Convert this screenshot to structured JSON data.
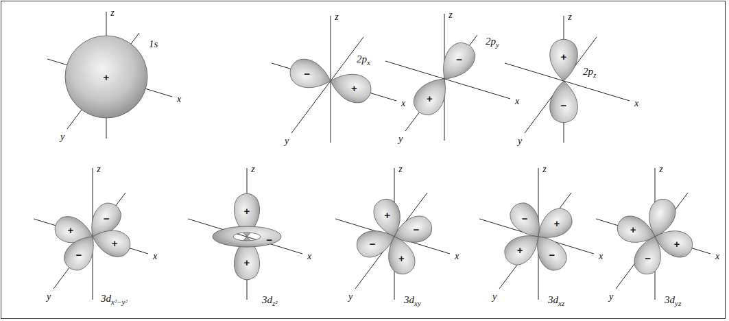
{
  "diagram": {
    "labels": [
      "z",
      "x",
      "y",
      "+",
      "1s",
      "z",
      "−",
      "2p",
      "x",
      "+",
      "x",
      "y",
      "z",
      "−",
      "2p",
      "y",
      "x",
      "+",
      "y",
      "z",
      "+",
      "2p",
      "z",
      "x",
      "y",
      "−",
      "z",
      "+",
      "−",
      "x",
      "−",
      "+",
      "y",
      "3d",
      "x²−y²",
      "z",
      "+",
      "−",
      "x",
      "+",
      "3d",
      "z²",
      "z",
      "+",
      "−",
      "x",
      "−",
      "+",
      "y",
      "3d",
      "xy",
      "z",
      "−",
      "+",
      "x",
      "+",
      "−",
      "y",
      "3d",
      "xz",
      "z",
      "+",
      "x",
      "−",
      "+",
      "y",
      "3d",
      "yz"
    ]
  }
}
